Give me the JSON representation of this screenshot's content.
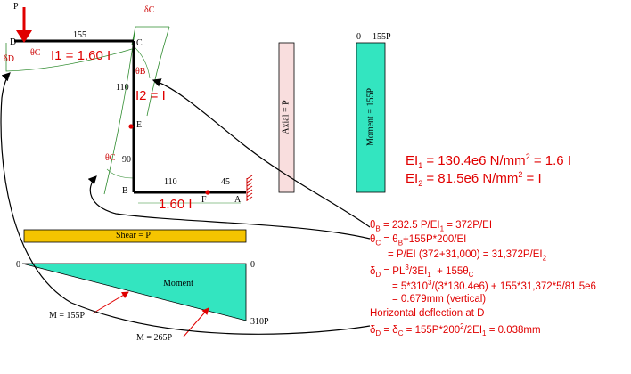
{
  "colors": {
    "frame": "#000000",
    "annotation": "#e00000",
    "shear": "#f5c400",
    "axial": "#f9dede",
    "moment": "#33e5c0",
    "deflected": "#2e8b2e"
  },
  "frame": {
    "load": "P",
    "node_d": "D",
    "node_c": "C",
    "node_e": "E",
    "node_b": "B",
    "node_f": "F",
    "node_a": "A",
    "len_dc": "155",
    "len_vert": "110",
    "len_bf": "110",
    "len_fa": "45",
    "angle_90": "90",
    "theta_c_top": "θC",
    "theta_c_left": "θC",
    "theta_b": "θB",
    "delta_c": "δC",
    "delta_d": "δD",
    "i1_label": "I1 = 1.60 I",
    "i2_label": "I2 = I",
    "bottom_i": "1.60 I"
  },
  "axial": {
    "label": "Axial = P"
  },
  "moment_bar": {
    "zero": "0",
    "top": "155P",
    "label": "Moment = 155P"
  },
  "ei": {
    "line1": "EI1 = 130.4e6 N/mm2 = 1.6 I",
    "line2": "EI2 = 81.5e6 N/mm2 = I"
  },
  "shear": {
    "label": "Shear = P"
  },
  "moment_diagram": {
    "zero_left": "0",
    "zero_right": "0",
    "label": "Moment",
    "end_value": "310P",
    "m1": "M = 155P",
    "m2": "M = 265P"
  },
  "equations": [
    "θB = 232.5 P/EI1 = 372P/EI",
    "θC = θB+155P*200/EI",
    "= P/EI (372+31,000) = 31,372P/EI2",
    "δD = PL3/3EI1 + 155θC",
    "= 5*3103/(3*130.4e6) + 155*31,372*5/81.5e6",
    "= 0.679mm (vertical)",
    "Horizontal deflection at D",
    "δD = δC = 155P*2002/2EI1 = 0.038mm"
  ]
}
